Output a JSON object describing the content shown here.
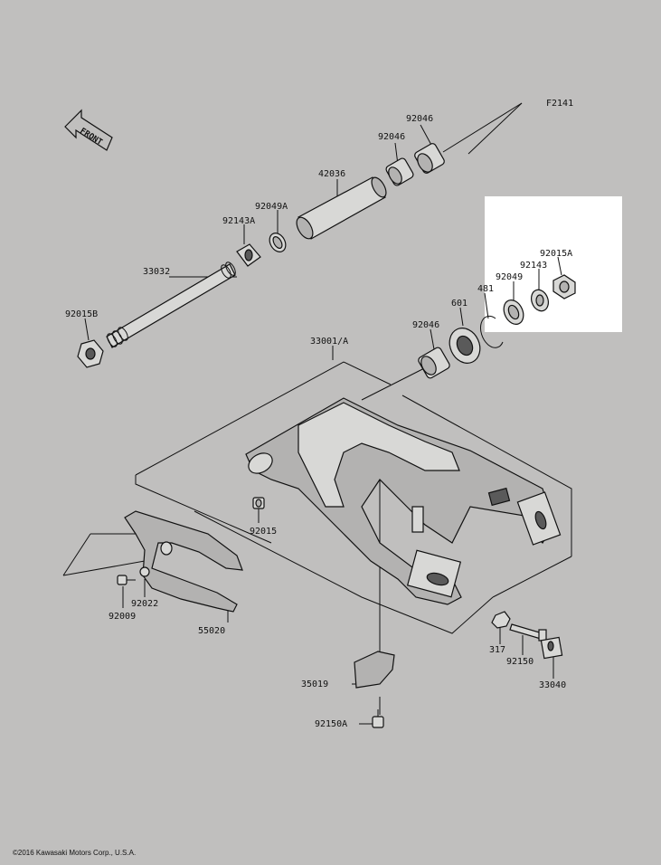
{
  "figure_code": "F2141",
  "front_arrow_label": "FRONT",
  "copyright": "©2016 Kawasaki Motors Corp., U.S.A.",
  "parts": {
    "p92046_top_right": "92046",
    "p92046_top_left": "92046",
    "p42036": "42036",
    "p92049A": "92049A",
    "p92143A": "92143A",
    "p33032": "33032",
    "p92015B": "92015B",
    "p92015A": "92015A",
    "p92143": "92143",
    "p92049": "92049",
    "p481": "481",
    "p601": "601",
    "p92046_mid": "92046",
    "p33001A": "33001/A",
    "p92015": "92015",
    "p92022": "92022",
    "p92009": "92009",
    "p55020": "55020",
    "p317": "317",
    "p92150": "92150",
    "p33040": "33040",
    "p35019": "35019",
    "p92150A": "92150A"
  }
}
